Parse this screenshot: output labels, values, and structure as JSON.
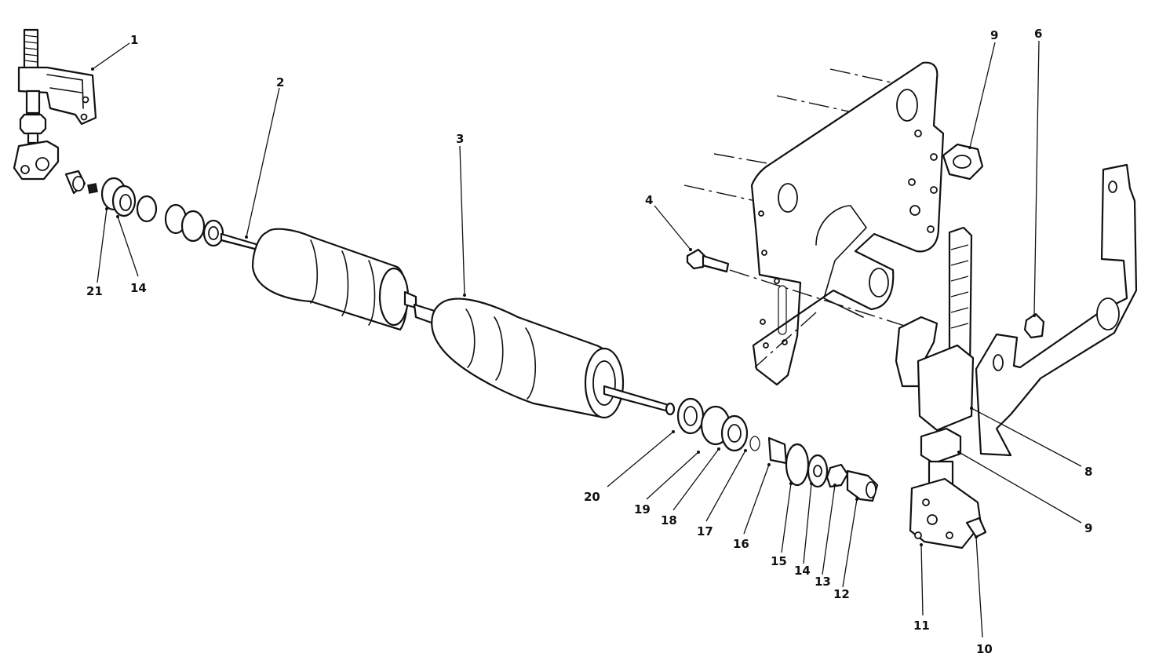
{
  "callouts": [
    {
      "id": "c1",
      "text": "1"
    },
    {
      "id": "c2",
      "text": "2"
    },
    {
      "id": "c3",
      "text": "3"
    },
    {
      "id": "c4",
      "text": "4"
    },
    {
      "id": "c6",
      "text": "6"
    },
    {
      "id": "c9a",
      "text": "9"
    },
    {
      "id": "c8",
      "text": "8"
    },
    {
      "id": "c9b",
      "text": "9"
    },
    {
      "id": "c10",
      "text": "10"
    },
    {
      "id": "c11",
      "text": "11"
    },
    {
      "id": "c12",
      "text": "12"
    },
    {
      "id": "c13",
      "text": "13"
    },
    {
      "id": "c14a",
      "text": "14"
    },
    {
      "id": "c15",
      "text": "15"
    },
    {
      "id": "c16",
      "text": "16"
    },
    {
      "id": "c17",
      "text": "17"
    },
    {
      "id": "c18",
      "text": "18"
    },
    {
      "id": "c19",
      "text": "19"
    },
    {
      "id": "c20",
      "text": "20"
    },
    {
      "id": "c21",
      "text": "21"
    },
    {
      "id": "c14b",
      "text": "14"
    }
  ],
  "colors": {
    "ink": "#111111",
    "paper": "#ffffff"
  }
}
